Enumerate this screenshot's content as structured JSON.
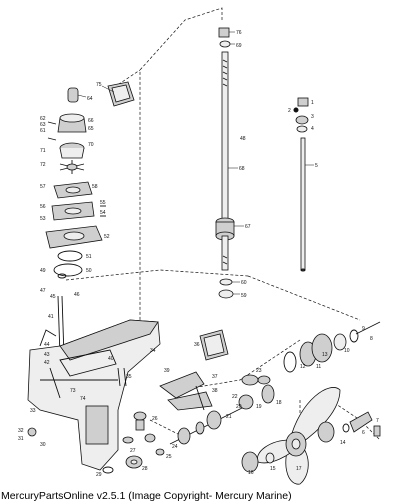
{
  "caption": "MercuryPartsOnline v2.5.1 (Image Copyright- Mercury Marine)",
  "callouts": {
    "c1": "1",
    "c2": "2",
    "c3": "3",
    "c4": "4",
    "c5": "5",
    "c6": "6",
    "c7": "7",
    "c8": "8",
    "c9": "9",
    "c10": "10",
    "c11": "11",
    "c12": "12",
    "c13": "13",
    "c14": "14",
    "c15": "15",
    "c16": "16",
    "c17": "17",
    "c18": "18",
    "c19": "19",
    "c20": "20",
    "c21": "21",
    "c22": "22",
    "c23": "23",
    "c24": "24",
    "c25": "25",
    "c26": "26",
    "c27": "27",
    "c28": "28",
    "c29": "29",
    "c30": "30",
    "c31": "31",
    "c32": "32",
    "c33": "33",
    "c34": "34",
    "c35": "35",
    "c36": "36",
    "c37": "37",
    "c38": "38",
    "c39": "39",
    "c40": "40",
    "c41": "41",
    "c42": "42",
    "c43": "43",
    "c44": "44",
    "c45": "45",
    "c46": "46",
    "c47": "47",
    "c48": "48",
    "c49": "49",
    "c50": "50",
    "c51": "51",
    "c52": "52",
    "c53": "53",
    "c54": "54",
    "c55": "55",
    "c56": "56",
    "c57": "57",
    "c58": "58",
    "c59": "59",
    "c60": "60",
    "c61": "61",
    "c62": "62",
    "c63": "63",
    "c64": "64",
    "c65": "65",
    "c66": "66",
    "c67": "67",
    "c68": "68",
    "c69": "69",
    "c70": "70",
    "c71": "71",
    "c72": "72",
    "c73": "73",
    "c74": "74",
    "c75": "75",
    "c76": "76"
  }
}
